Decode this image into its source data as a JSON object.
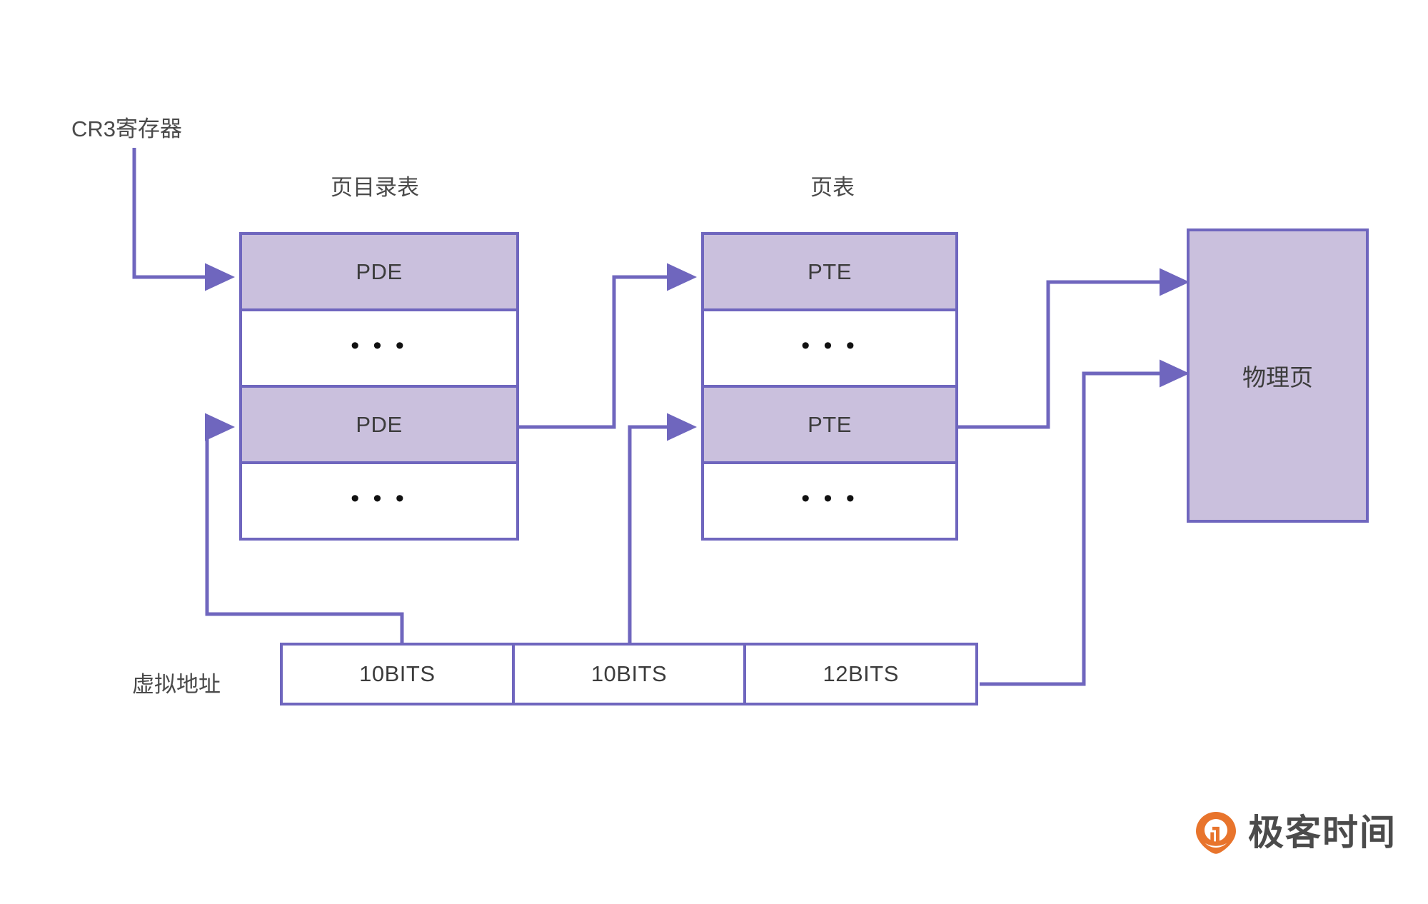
{
  "diagram": {
    "title_cr3": "CR3寄存器",
    "page_directory_title": "页目录表",
    "page_table_title": "页表",
    "physical_page_label": "物理页",
    "virtual_address_label": "虚拟地址",
    "ellipsis": "• • •",
    "page_directory_rows": [
      {
        "label": "PDE",
        "filled": true
      },
      {
        "label": "• • •",
        "filled": false
      },
      {
        "label": "PDE",
        "filled": true
      },
      {
        "label": "• • •",
        "filled": false
      }
    ],
    "page_table_rows": [
      {
        "label": "PTE",
        "filled": true
      },
      {
        "label": "• • •",
        "filled": false
      },
      {
        "label": "PTE",
        "filled": true
      },
      {
        "label": "• • •",
        "filled": false
      }
    ],
    "virtual_address_segments": [
      {
        "label": "10BITS"
      },
      {
        "label": "10BITS"
      },
      {
        "label": "12BITS"
      }
    ],
    "colors": {
      "accent_stroke": "#6F66BE",
      "cell_fill": "#CAC0DD",
      "text": "#4a4a4a",
      "logo_orange": "#E8742C",
      "background": "#FFFFFF"
    }
  },
  "branding": {
    "name": "极客时间",
    "mark_icon": "geek-time-pin-icon"
  }
}
